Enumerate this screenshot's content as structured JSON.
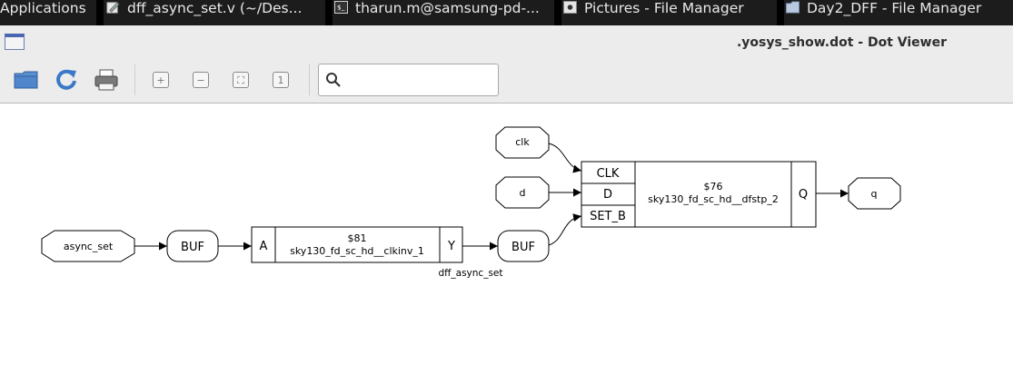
{
  "taskbar": {
    "applications": "Applications",
    "tasks": [
      {
        "label": "dff_async_set.v (~/Des...",
        "icon": "text-editor-icon"
      },
      {
        "label": "tharun.m@samsung-pd-...",
        "icon": "terminal-icon"
      },
      {
        "label": "Pictures - File Manager",
        "icon": "image-viewer-icon"
      },
      {
        "label": "Day2_DFF - File Manager",
        "icon": "folder-icon"
      }
    ]
  },
  "window": {
    "title": ".yosys_show.dot - Dot Viewer"
  },
  "toolbar": {
    "search_placeholder": "",
    "search_value": ""
  },
  "graph": {
    "inputs": [
      "clk",
      "d",
      "async_set"
    ],
    "output": "q",
    "buf1": "BUF",
    "buf2": "BUF",
    "inv_cell": {
      "id": "$81",
      "type": "sky130_fd_sc_hd__clkinv_1",
      "in_port": "A",
      "out_port": "Y"
    },
    "dff_cell": {
      "id": "$76",
      "type": "sky130_fd_sc_hd__dfstp_2",
      "ports_in": [
        "CLK",
        "D",
        "SET_B"
      ],
      "out_port": "Q"
    },
    "net_label": "dff_async_set"
  }
}
